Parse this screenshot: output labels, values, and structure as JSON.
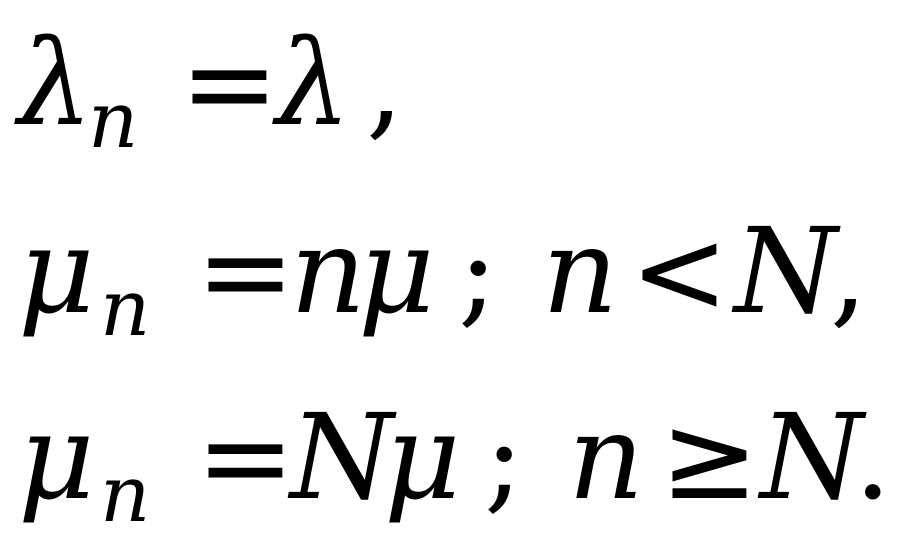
{
  "equations": [
    {
      "lhs_symbol": "λ",
      "lhs_subscript": "n",
      "relation": "=",
      "rhs": "λ",
      "trailing": ","
    },
    {
      "lhs_symbol": "μ",
      "lhs_subscript": "n",
      "relation": "=",
      "rhs_coefficient": "n",
      "rhs_symbol": "μ",
      "separator": ";",
      "condition_var": "n",
      "condition_op": "<",
      "condition_bound": "N",
      "trailing": ","
    },
    {
      "lhs_symbol": "μ",
      "lhs_subscript": "n",
      "relation": "=",
      "rhs_coefficient": "N",
      "rhs_symbol": "μ",
      "separator": ";",
      "condition_var": "n",
      "condition_op": "≥",
      "condition_bound": "N",
      "trailing": "."
    }
  ]
}
